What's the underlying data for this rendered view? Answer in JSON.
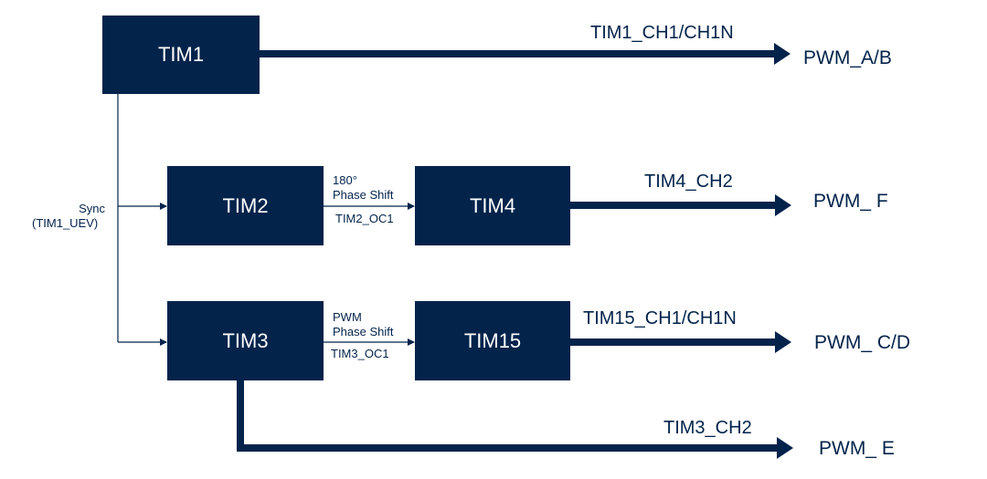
{
  "colors": {
    "block": "#03234b",
    "line": "#03234b",
    "text_on_block": "#ffffff"
  },
  "blocks": {
    "tim1": "TIM1",
    "tim2": "TIM2",
    "tim3": "TIM3",
    "tim4": "TIM4",
    "tim15": "TIM15"
  },
  "sync": {
    "line1": "Sync",
    "line2": "(TIM1_UEV)"
  },
  "links": {
    "tim2_tim4": {
      "top1": "180°",
      "top2": "Phase Shift",
      "bottom": "TIM2_OC1"
    },
    "tim3_tim15": {
      "top1": "PWM",
      "top2": "Phase Shift",
      "bottom": "TIM3_OC1"
    }
  },
  "channels": {
    "tim1": "TIM1_CH1/CH1N",
    "tim4": "TIM4_CH2",
    "tim15": "TIM15_CH1/CH1N",
    "tim3": "TIM3_CH2"
  },
  "outputs": {
    "ab": "PWM_A/B",
    "f": "PWM_ F",
    "cd": "PWM_ C/D",
    "e": "PWM_ E"
  }
}
